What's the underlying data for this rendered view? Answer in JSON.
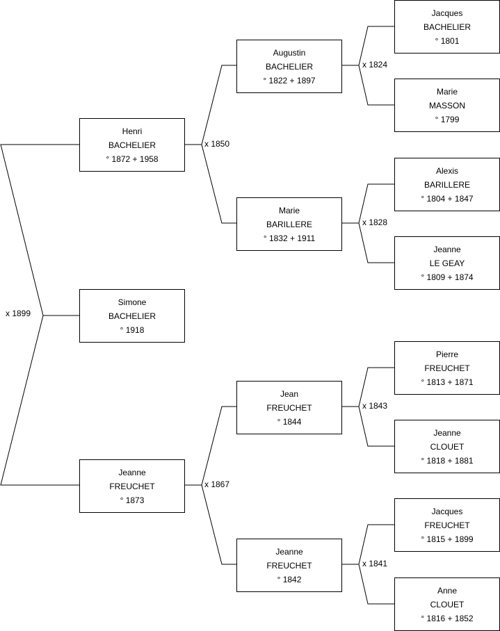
{
  "people": {
    "simone": {
      "first": "Simone",
      "last": "BACHELIER",
      "dates": "° 1918"
    },
    "henri": {
      "first": "Henri",
      "last": "BACHELIER",
      "dates": "° 1872 + 1958"
    },
    "jeanne1": {
      "first": "Jeanne",
      "last": "FREUCHET",
      "dates": "° 1873"
    },
    "augustin": {
      "first": "Augustin",
      "last": "BACHELIER",
      "dates": "° 1822 + 1897"
    },
    "marie1": {
      "first": "Marie",
      "last": "BARILLERE",
      "dates": "° 1832 + 1911"
    },
    "jean": {
      "first": "Jean",
      "last": "FREUCHET",
      "dates": "° 1844"
    },
    "jeanne2": {
      "first": "Jeanne",
      "last": "FREUCHET",
      "dates": "° 1842"
    },
    "jacques1": {
      "first": "Jacques",
      "last": "BACHELIER",
      "dates": "° 1801"
    },
    "marie2": {
      "first": "Marie",
      "last": "MASSON",
      "dates": "° 1799"
    },
    "alexis": {
      "first": "Alexis",
      "last": "BARILLERE",
      "dates": "° 1804 + 1847"
    },
    "jeanne3": {
      "first": "Jeanne",
      "last": "LE GEAY",
      "dates": "° 1809 + 1874"
    },
    "pierre": {
      "first": "Pierre",
      "last": "FREUCHET",
      "dates": "° 1813 + 1871"
    },
    "jeanne4": {
      "first": "Jeanne",
      "last": "CLOUET",
      "dates": "° 1818 + 1881"
    },
    "jacques2": {
      "first": "Jacques",
      "last": "FREUCHET",
      "dates": "° 1815 + 1899"
    },
    "anne": {
      "first": "Anne",
      "last": "CLOUET",
      "dates": "° 1816 + 1852"
    }
  },
  "marriages": {
    "m1899": "x 1899",
    "m1850": "x 1850",
    "m1867": "x 1867",
    "m1824": "x 1824",
    "m1828": "x 1828",
    "m1843": "x 1843",
    "m1841": "x 1841"
  },
  "colors": {
    "line": "#000000",
    "box_border": "#000000",
    "background": "#ffffff"
  }
}
